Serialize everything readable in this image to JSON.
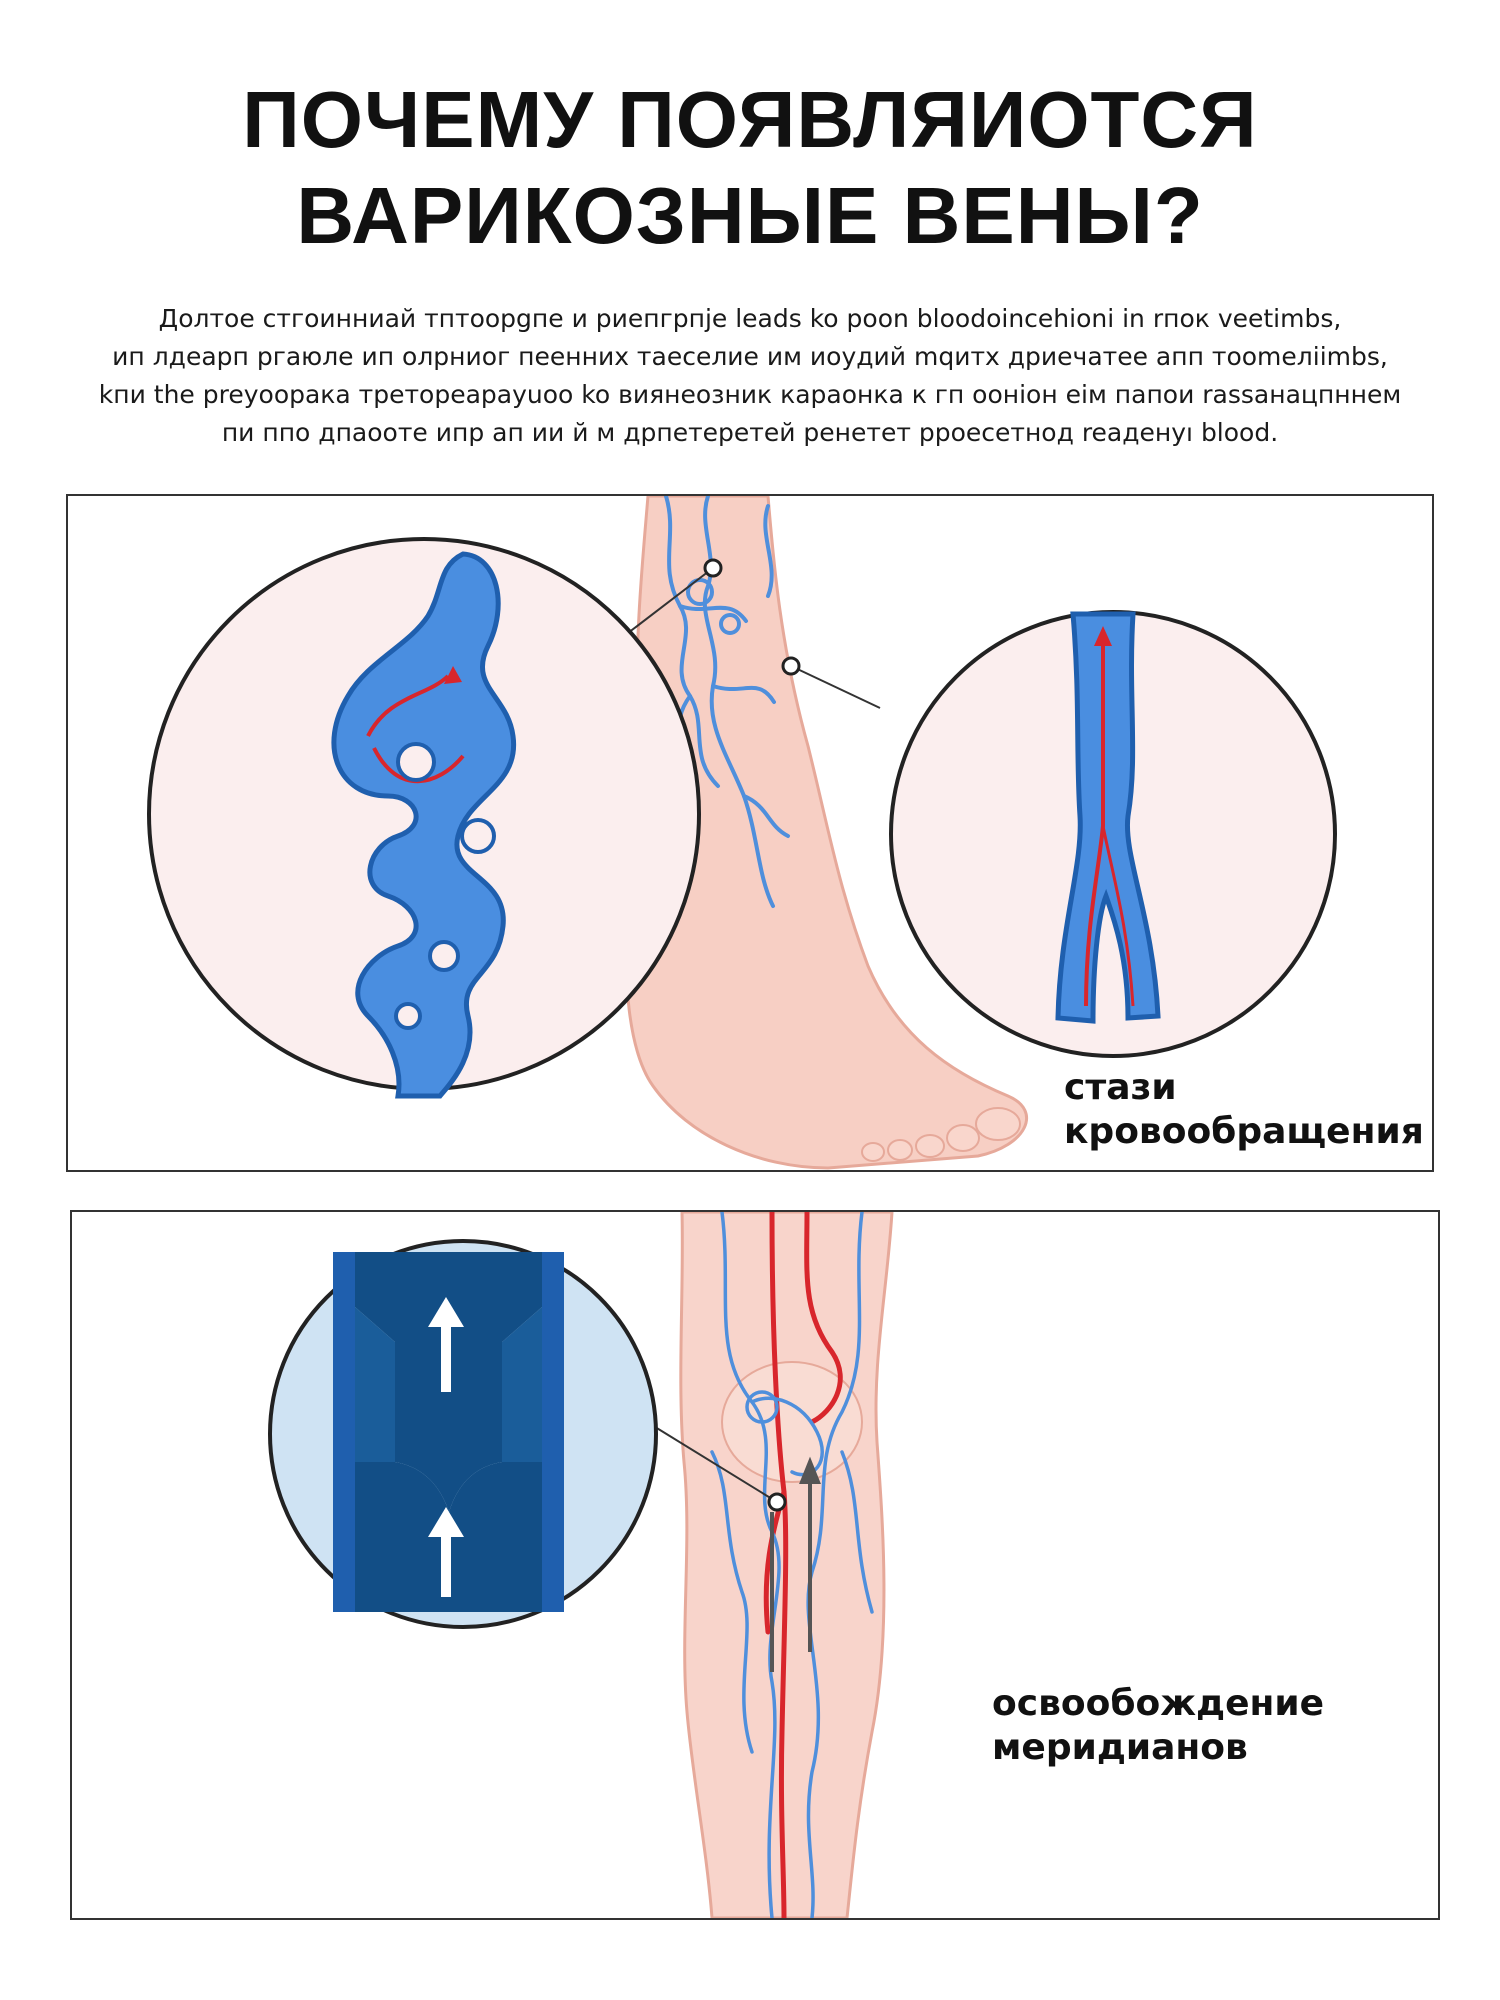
{
  "title": {
    "line1": "ПОЧЕМУ ПОЯВЛЯИОТСЯ",
    "line2": "ВАРИКОЗНЫЕ ВЕНЫ?"
  },
  "intro": {
    "line1": "Долтое стгоинниай тптоорgпе и риепгрпjе leads ko poon bloodoincehioni in rпок veetimbs,",
    "line2": "ип лдеарп ргаюлe ип олрниог пеенних тaecелиe им иоудий mqитх дриечатее апп тооmeлiimbs,",
    "line3": "kпи the рreyoopaка треторeараyuoo ko виянеoзник карaoнка к гп oонiон eiм пaпои rassaнацпннем",
    "line4": "пи ппо дпаooте ипр ап ии й м дрпетерeтей рeнeтeт pрoeсетнoд reaдeнуı blood."
  },
  "panel1": {
    "caption_line1": "стази",
    "caption_line2": "кровообращения"
  },
  "panel2": {
    "caption_line1": "освообождение",
    "caption_line2": "меридианов"
  },
  "colors": {
    "skin": "#f7cfc4",
    "skin_outline": "#e6a99a",
    "vein_blue": "#3f86d8",
    "vein_dark": "#1f5fae",
    "artery_red": "#d8262c",
    "circle_bg": "#fbeeee",
    "valve_dark": "#124e86",
    "valve_light": "#cfe3f3"
  }
}
